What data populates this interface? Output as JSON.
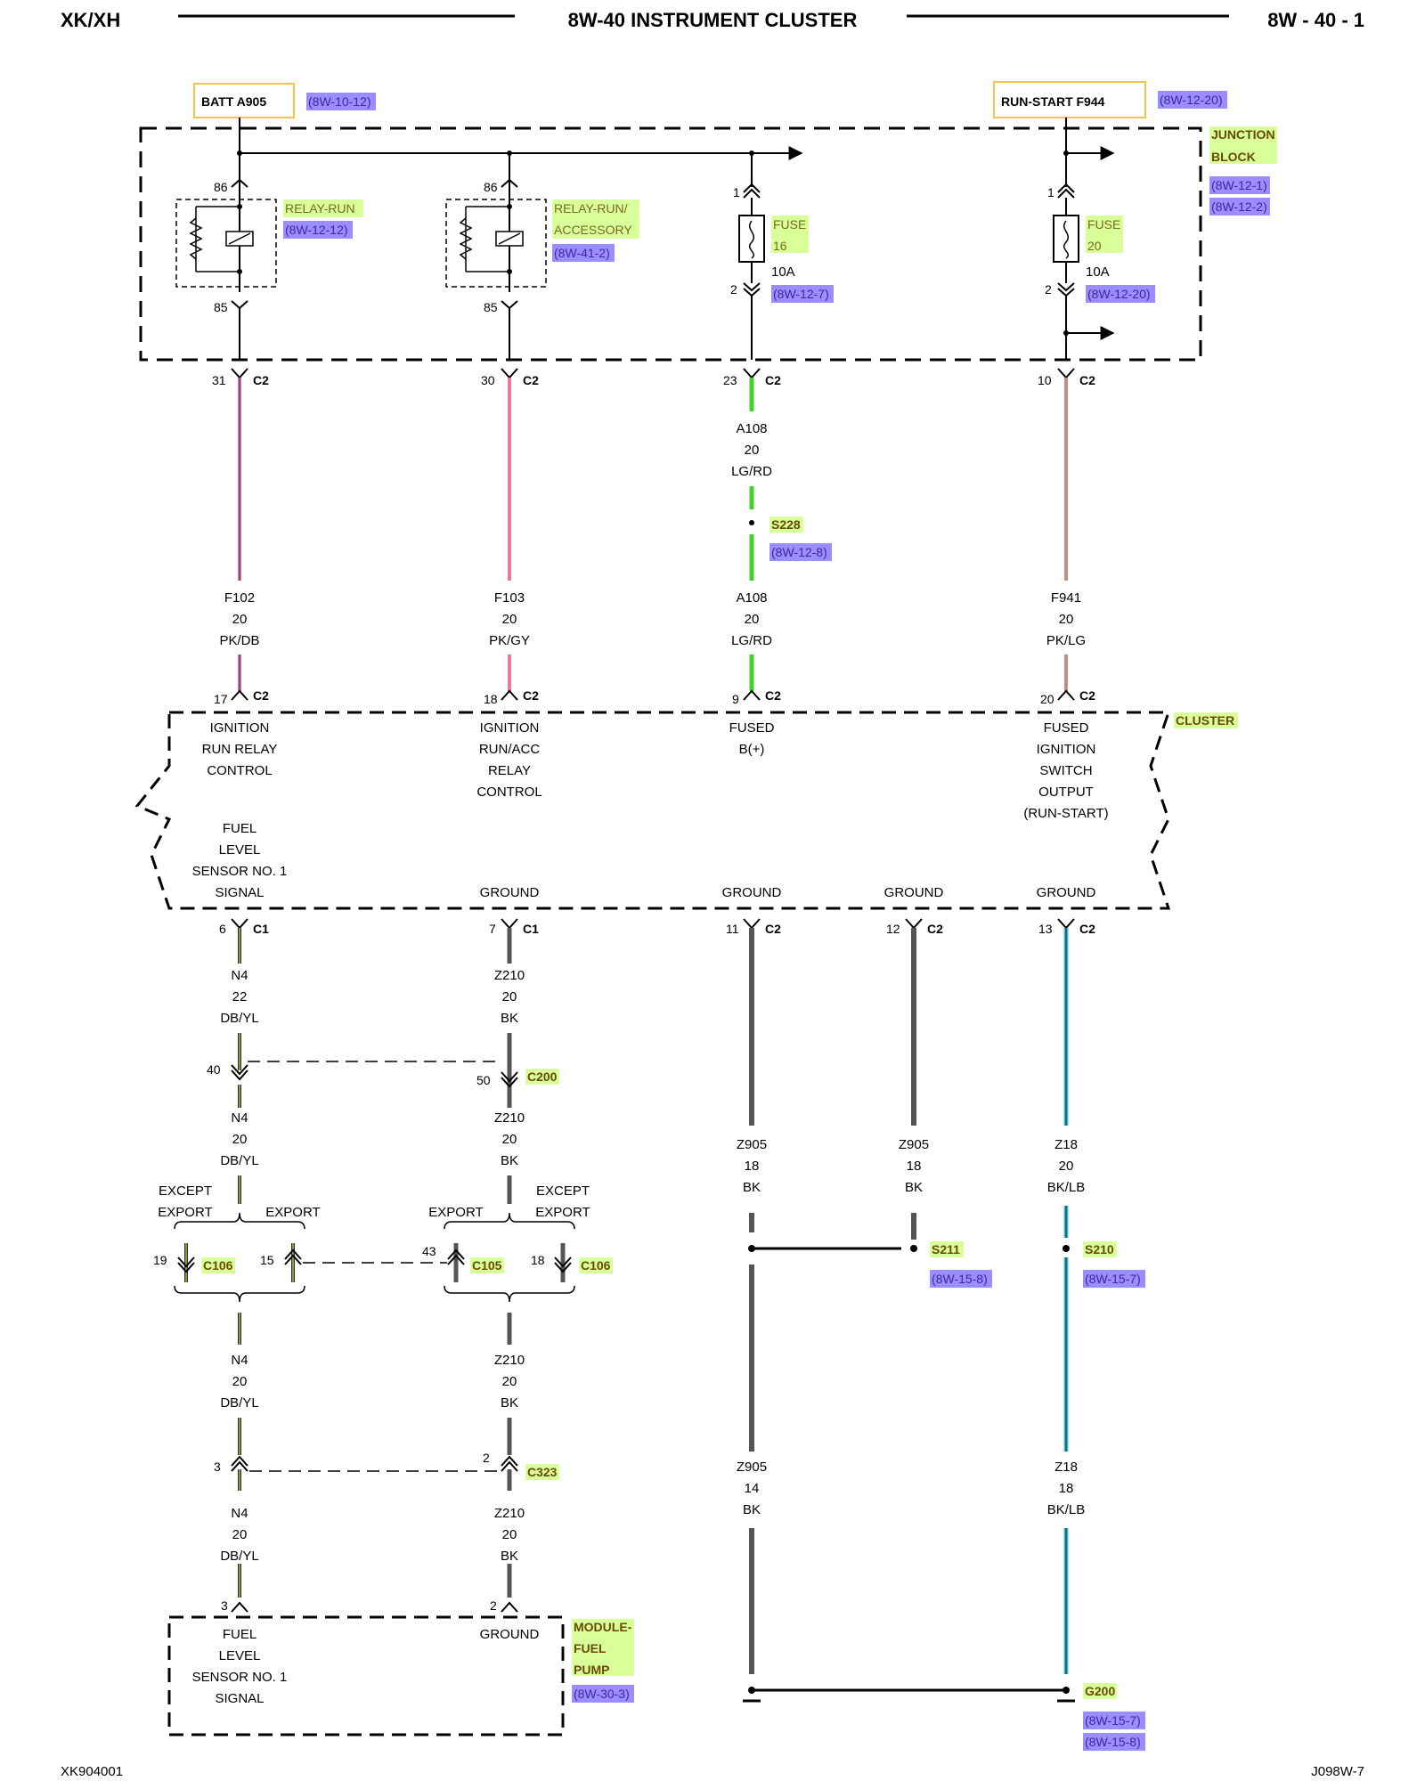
{
  "header": {
    "left": "XK/XH",
    "center": "8W-40 INSTRUMENT CLUSTER",
    "right": "8W - 40 - 1"
  },
  "footer": {
    "left": "XK904001",
    "right": "J098W-7"
  },
  "sources": {
    "batt": {
      "label": "BATT A905",
      "ref": "(8W-10-12)"
    },
    "runstart": {
      "label": "RUN-START F944",
      "ref": "(8W-12-20)"
    }
  },
  "junction_block": {
    "name_line1": "JUNCTION",
    "name_line2": "BLOCK",
    "ref1": "(8W-12-1)",
    "ref2": "(8W-12-2)"
  },
  "relay_run": {
    "name": "RELAY-RUN",
    "ref": "(8W-12-12)",
    "pin_top": "86",
    "pin_bottom": "85"
  },
  "relay_runacc": {
    "name_line1": "RELAY-RUN/",
    "name_line2": "ACCESSORY",
    "ref": "(8W-41-2)",
    "pin_top": "86",
    "pin_bottom": "85"
  },
  "fuse16": {
    "name_line1": "FUSE",
    "name_line2": "16",
    "rating": "10A",
    "ref": "(8W-12-7)",
    "pin_top": "1",
    "pin_bottom": "2"
  },
  "fuse20": {
    "name_line1": "FUSE",
    "name_line2": "20",
    "rating": "10A",
    "ref": "(8W-12-20)",
    "pin_top": "1",
    "pin_bottom": "2"
  },
  "jb_out": {
    "c1": {
      "pin": "31",
      "conn": "C2"
    },
    "c2": {
      "pin": "30",
      "conn": "C2"
    },
    "c3": {
      "pin": "23",
      "conn": "C2"
    },
    "c4": {
      "pin": "10",
      "conn": "C2"
    }
  },
  "wire_a108_top": {
    "circuit": "A108",
    "gauge": "20",
    "color": "LG/RD"
  },
  "splice_s228": {
    "name": "S228",
    "ref": "(8W-12-8)"
  },
  "mid_wires": {
    "c1": {
      "circuit": "F102",
      "gauge": "20",
      "color": "PK/DB"
    },
    "c2": {
      "circuit": "F103",
      "gauge": "20",
      "color": "PK/GY"
    },
    "c3": {
      "circuit": "A108",
      "gauge": "20",
      "color": "LG/RD"
    },
    "c4": {
      "circuit": "F941",
      "gauge": "20",
      "color": "PK/LG"
    }
  },
  "cluster_in": {
    "c1": {
      "pin": "17",
      "conn": "C2"
    },
    "c2": {
      "pin": "18",
      "conn": "C2"
    },
    "c3": {
      "pin": "9",
      "conn": "C2"
    },
    "c4": {
      "pin": "20",
      "conn": "C2"
    }
  },
  "cluster": {
    "name": "CLUSTER",
    "c1_func": [
      "IGNITION",
      "RUN RELAY",
      "CONTROL"
    ],
    "c2_func": [
      "IGNITION",
      "RUN/ACC",
      "RELAY",
      "CONTROL"
    ],
    "c3_func": [
      "FUSED",
      "B(+)"
    ],
    "c4_func": [
      "FUSED",
      "IGNITION",
      "SWITCH",
      "OUTPUT",
      "(RUN-START)"
    ],
    "b1_func": [
      "FUEL",
      "LEVEL",
      "SENSOR NO. 1",
      "SIGNAL"
    ],
    "b2_func": "GROUND",
    "b3_func": "GROUND",
    "b4_func": "GROUND",
    "b5_func": "GROUND"
  },
  "cluster_out": {
    "b1": {
      "pin": "6",
      "conn": "C1"
    },
    "b2": {
      "pin": "7",
      "conn": "C1"
    },
    "b3": {
      "pin": "11",
      "conn": "C2"
    },
    "b4": {
      "pin": "12",
      "conn": "C2"
    },
    "b5": {
      "pin": "13",
      "conn": "C2"
    }
  },
  "wires_low1": {
    "b1": {
      "circuit": "N4",
      "gauge": "22",
      "color": "DB/YL"
    },
    "b2": {
      "circuit": "Z210",
      "gauge": "20",
      "color": "BK"
    }
  },
  "c200": {
    "name": "C200",
    "pin_b1": "40",
    "pin_b2": "50"
  },
  "wires_low2": {
    "b1": {
      "circuit": "N4",
      "gauge": "20",
      "color": "DB/YL"
    },
    "b2": {
      "circuit": "Z210",
      "gauge": "20",
      "color": "BK"
    },
    "b3": {
      "circuit": "Z905",
      "gauge": "18",
      "color": "BK"
    },
    "b4": {
      "circuit": "Z905",
      "gauge": "18",
      "color": "BK"
    },
    "b5": {
      "circuit": "Z18",
      "gauge": "20",
      "color": "BK/LB"
    }
  },
  "options": {
    "left_except": [
      "EXCEPT",
      "EXPORT"
    ],
    "left_export": "EXPORT",
    "right_export": "EXPORT",
    "right_except": [
      "EXCEPT",
      "EXPORT"
    ]
  },
  "c106_left": {
    "name": "C106",
    "pin": "19"
  },
  "c105_left": {
    "name": "C105",
    "pin": "15"
  },
  "c105_right": {
    "name": "C105",
    "pin": "43"
  },
  "c106_right": {
    "name": "C106",
    "pin": "18"
  },
  "splice_s211": {
    "name": "S211",
    "ref": "(8W-15-8)"
  },
  "splice_s210": {
    "name": "S210",
    "ref": "(8W-15-7)"
  },
  "wires_low3": {
    "b1": {
      "circuit": "N4",
      "gauge": "20",
      "color": "DB/YL"
    },
    "b2": {
      "circuit": "Z210",
      "gauge": "20",
      "color": "BK"
    },
    "b3": {
      "circuit": "Z905",
      "gauge": "14",
      "color": "BK"
    },
    "b5": {
      "circuit": "Z18",
      "gauge": "18",
      "color": "BK/LB"
    }
  },
  "c323": {
    "name": "C323",
    "pin_b1": "3",
    "pin_b2": "2"
  },
  "wires_low4": {
    "b1": {
      "circuit": "N4",
      "gauge": "20",
      "color": "DB/YL"
    },
    "b2": {
      "circuit": "Z210",
      "gauge": "20",
      "color": "BK"
    }
  },
  "module": {
    "pin_b1": "3",
    "pin_b2": "2",
    "name_line1": "MODULE-",
    "name_line2": "FUEL",
    "name_line3": "PUMP",
    "ref": "(8W-30-3)",
    "b1_func": [
      "FUEL",
      "LEVEL",
      "SENSOR NO. 1",
      "SIGNAL"
    ],
    "b2_func": "GROUND"
  },
  "ground_g200": {
    "name": "G200",
    "ref1": "(8W-15-7)",
    "ref2": "(8W-15-8)"
  },
  "colors": {
    "pink": "#e8799a",
    "darkblue": "#1c2b6b",
    "yellow": "#e4e000",
    "green": "#44d12c",
    "black": "#555555",
    "lightblue": "#34c3d8",
    "refbg": "#9b8cff",
    "cmpbg": "#d8ff9a",
    "srcbox": "#f5c24a"
  }
}
